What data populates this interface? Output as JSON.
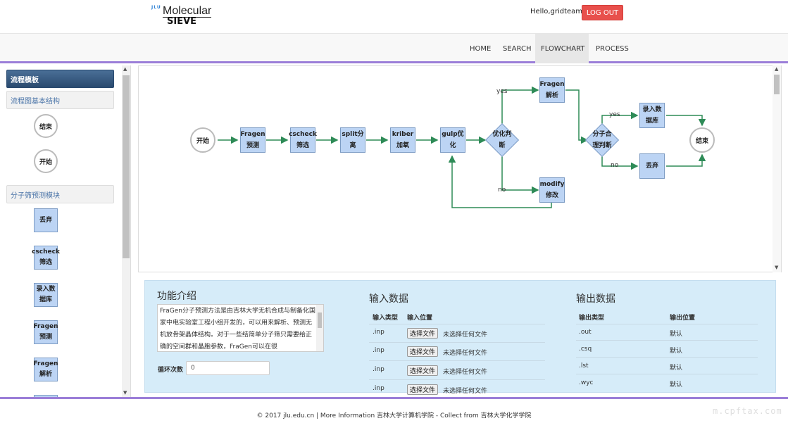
{
  "header": {
    "logo_tiny": "JLU",
    "logo_line1": "Molecular",
    "logo_line2": "SIEVE",
    "greeting": "Hello,gridteam",
    "logout": "LOG OUT"
  },
  "nav": {
    "items": [
      "HOME",
      "SEARCH",
      "FLOWCHART",
      "PROCESS"
    ],
    "active": "FLOWCHART"
  },
  "sidebar": {
    "section1": "流程模板",
    "section2": "流程图基本结构",
    "shapes": [
      "结束",
      "开始"
    ],
    "section3": "分子筛预测模块",
    "modules": [
      {
        "line1": "丢弃",
        "line2": ""
      },
      {
        "line1": "cscheck",
        "line2": "筛选"
      },
      {
        "line1": "录入数",
        "line2": "据库"
      },
      {
        "line1": "Fragen",
        "line2": "预测"
      },
      {
        "line1": "Fragen",
        "line2": "解析"
      }
    ]
  },
  "flowchart": {
    "start": "开始",
    "end": "结束",
    "fragen_predict": {
      "l1": "Fragen",
      "l2": "预测"
    },
    "cscheck": {
      "l1": "cscheck",
      "l2": "筛选"
    },
    "split": {
      "l1": "split分",
      "l2": "离"
    },
    "kriber": {
      "l1": "kriber",
      "l2": "加氧"
    },
    "gulp": {
      "l1": "gulp优",
      "l2": "化"
    },
    "opt_judge": {
      "l1": "优化判",
      "l2": "断"
    },
    "fragen_parse": {
      "l1": "Fragen",
      "l2": "解析"
    },
    "modify": {
      "l1": "modify",
      "l2": "修改"
    },
    "mol_judge": {
      "l1": "分子合",
      "l2": "理判断"
    },
    "db": {
      "l1": "录入数",
      "l2": "据库"
    },
    "discard": {
      "l1": "丢弃",
      "l2": ""
    },
    "yes1": "yes",
    "no1": "no",
    "yes2": "yes",
    "no2": "no"
  },
  "panel": {
    "func_title": "功能介绍",
    "func_desc": "FraGen分子预测方法是由吉林大学无机合成与制备化国家中电实验室工程小组开发的，可以用来解析、预测无机放骨架晶体结构。对于一些结简单分子筛只需要给正确的空间群和晶胞参数，FraGen可以在很",
    "loop_label": "循环次数",
    "loop_value": "0",
    "input_title": "输入数据",
    "input_type_header": "输入类型",
    "input_loc_header": "输入位置",
    "inputs": [
      {
        "type": ".inp",
        "btn": "选择文件",
        "status": "未选择任何文件"
      },
      {
        "type": ".inp",
        "btn": "选择文件",
        "status": "未选择任何文件"
      },
      {
        "type": ".inp",
        "btn": "选择文件",
        "status": "未选择任何文件"
      },
      {
        "type": ".inp",
        "btn": "选择文件",
        "status": "未选择任何文件"
      }
    ],
    "output_title": "输出数据",
    "output_type_header": "输出类型",
    "output_loc_header": "输出位置",
    "outputs": [
      {
        "type": ".out",
        "loc": "默认"
      },
      {
        "type": ".csq",
        "loc": "默认"
      },
      {
        "type": ".lst",
        "loc": "默认"
      },
      {
        "type": ".wyc",
        "loc": "默认"
      }
    ]
  },
  "footer": "© 2017 jlu.edu.cn | More Information 吉林大学计算机学院 - Collect from 吉林大学化学学院",
  "watermark": "m.cpftax.com",
  "colors": {
    "accent": "#9b7ed8",
    "node_fill": "#bcd4f4",
    "arrow": "#2e8b57",
    "logout": "#e8504c",
    "panel": "#d6ecf9"
  }
}
